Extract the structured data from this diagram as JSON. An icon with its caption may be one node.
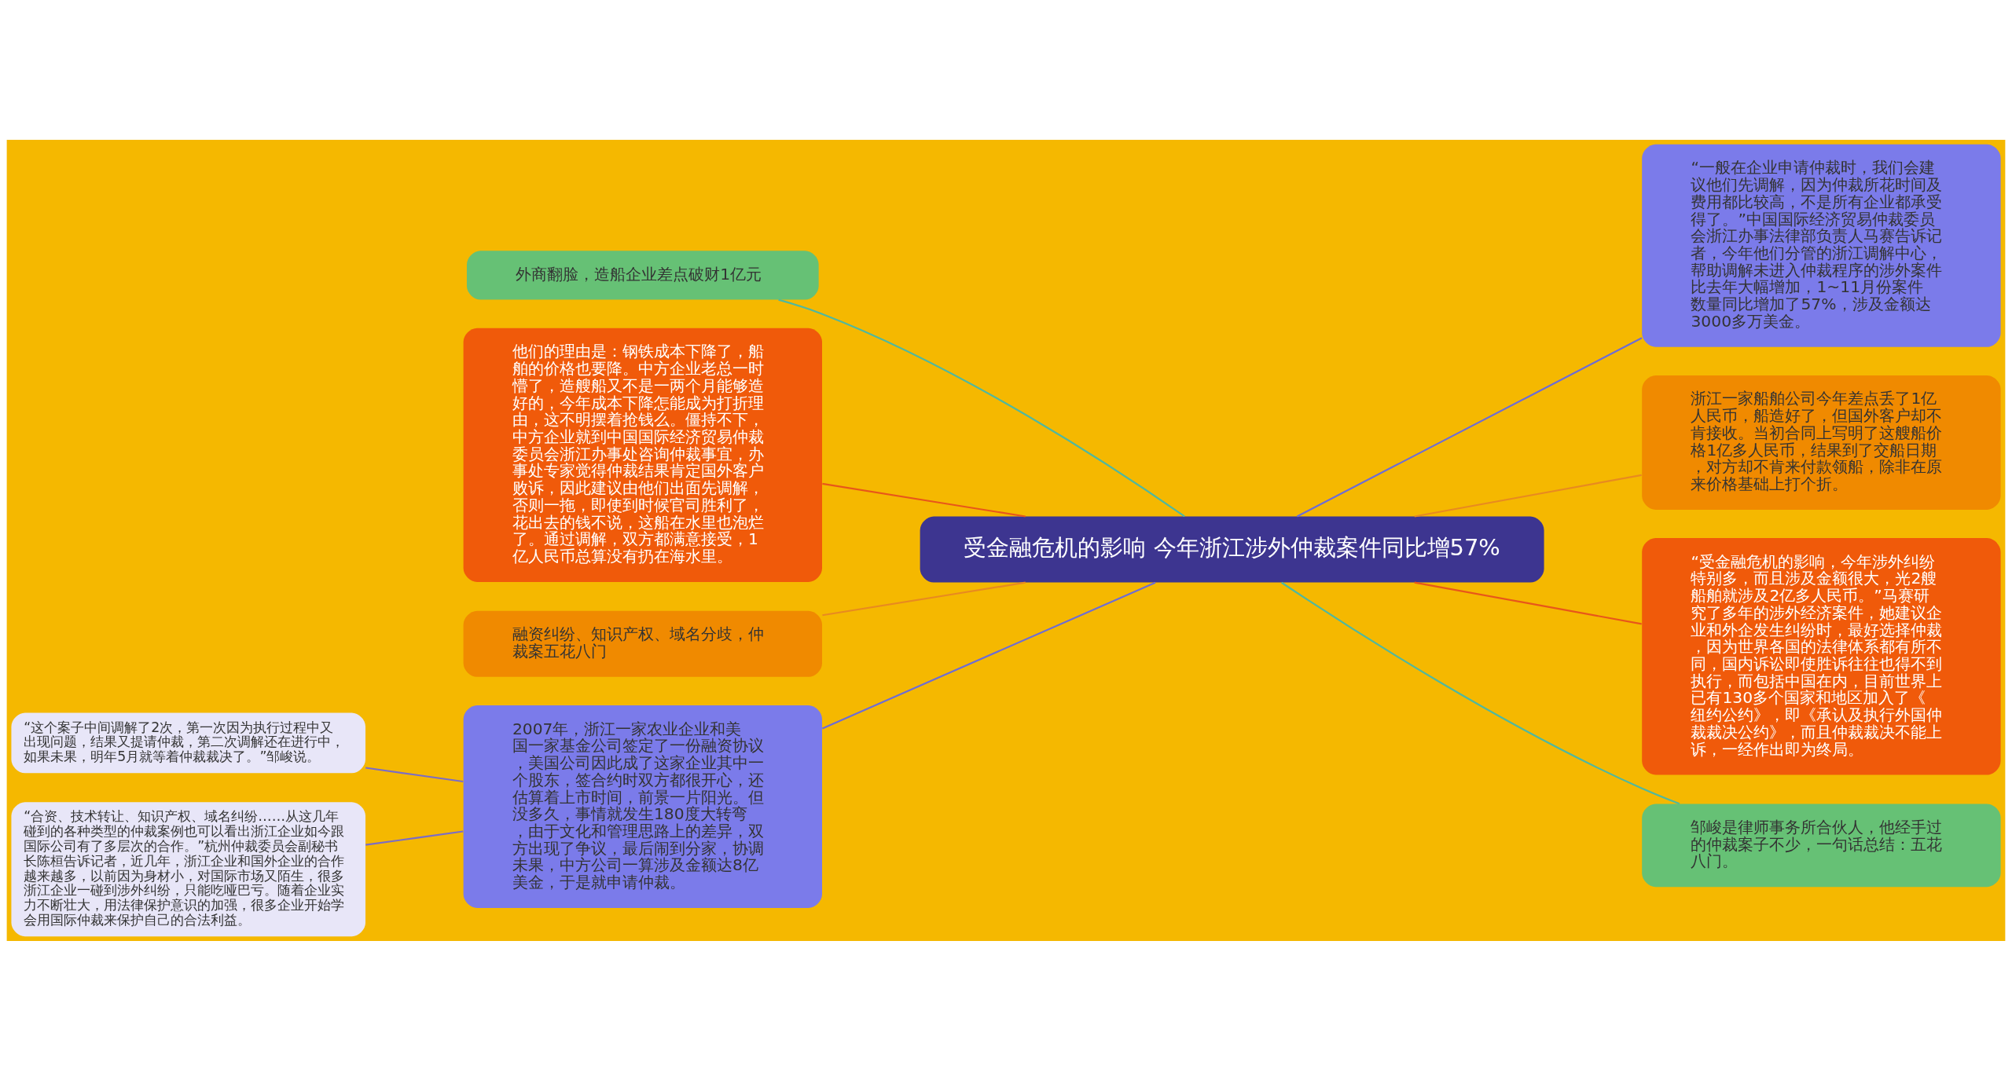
{
  "diagram": {
    "nodes": [
      {
        "text": [
          "受金融危机的影响 今年浙江涉外仲裁案件同比增57%"
        ]
      },
      {
        "text": [
          "外商翻脸，造船企业差点破财1亿元"
        ]
      },
      {
        "text": [
          "他们的理由是：钢铁成本下降了，船舶的价格也要降。中方企业老总一时懵了，造艘船又不是一两个月能够造好的，今年成本下降怎能成为打折理由，这不明摆着抢钱么。僵持不下，中方企业就到中国国际经济贸易仲裁委员会浙江办事处咨询仲裁事宜，办事处专家觉得仲裁结果肯定国外客户败诉，因此建议由他们出面先调解，否则一拖，即使到时候官司胜利了，花出去的钱不说，这船在水里也泡烂了。通过调解，双方都满意接受，1亿人民币总算没有扔在海水里。"
        ]
      },
      {
        "text": [
          "融资纠纷、知识产权、域名分歧，仲裁案五花八门"
        ]
      },
      {
        "text": [
          "2007年，浙江一家农业企业和美国一家基金公司签定了一份融资协议，美国公司因此成了这家企业其中一个股东，签合约时双方都很开心，还估算着上市时间，前景一片阳光。但没多久，事情就发生180度大转弯，由于文化和管理思路上的差异，双方出现了争议，最后闹到分家，协调未果，中方公司一算涉及金额达8亿美金，于是就申请仲裁。"
        ]
      },
      {
        "text": [
          "“这个案子中间调解了2次，第一次因为执行过程中又出现问题，结果又提请仲裁，第二次调解还在进行中，如果未果，明年5月就等着仲裁裁决了。”邹峻说。"
        ]
      },
      {
        "text": [
          "“合资、技术转让、知识产权、域名纠纷……从这几年碰到的各种类型的仲裁案例也可以看出浙江企业如今跟国际公司有了多层次的合作。”杭州仲裁委员会副秘书长陈桓告诉记者，近几年，浙江企业和国外企业的合作越来越多，以前因为身材小，对国际市场又陌生，很多浙江企业一碰到涉外纠纷，只能吃哑巴亏。随着企业实力不断壮大，用法律保护意识的加强，很多企业开始学会用国际仲裁来保护自己的合法利益。"
        ]
      },
      {
        "text": [
          "“一般在企业申请仲裁时，我们会建议他们先调解，因为仲裁所花时间及费用都比较高，不是所有企业都承受得了。”中国国际经济贸易仲裁委员会浙江办事法律部负责人马赛告诉记者，今年他们分管的浙江调解中心，帮助调解未进入仲裁程序的涉外案件比去年大幅增加，1~11月份案件数量同比增加了57%，涉及金额达3000多万美金。"
        ]
      },
      {
        "text": [
          "浙江一家船舶公司今年差点丢了1亿人民币，船造好了，但国外客户却不肯接收。当初合同上写明了这艘船价格1亿多人民币，结果到了交船日期，对方却不肯来付款领船，除非在原来价格基础上打个折。"
        ]
      },
      {
        "text": [
          "“受金融危机的影响，今年涉外纠纷特别多，而且涉及金额很大，光2艘船舶就涉及2亿多人民币。”马赛研究了多年的涉外经济案件，她建议企业和外企发生纠纷时，最好选择仲裁，因为世界各国的法律体系都有所不同，国内诉讼即使胜诉往往也得不到执行，而包括中国在内，目前世界上已有130多个国家和地区加入了《纽约公约》，即《承认及执行外国仲裁裁决公约》，而且仲裁裁决不能上诉，一经作出即为终局。"
        ]
      },
      {
        "text": [
          "邹峻是律师事务所合伙人，他经手过的仲裁案子不少，一句话总结：五花八门。"
        ]
      }
    ],
    "edges": [
      {
        "from": 0,
        "to": 1,
        "arrow": "none",
        "color": "#4fb8a0"
      },
      {
        "from": 0,
        "to": 2,
        "arrow": "none",
        "color": "#e8561a"
      },
      {
        "from": 0,
        "to": 3,
        "arrow": "none",
        "color": "#e88a20"
      },
      {
        "from": 0,
        "to": 4,
        "arrow": "none",
        "color": "#6c6cd8"
      },
      {
        "from": 4,
        "to": 5,
        "arrow": "none",
        "color": "#7a6cc8"
      },
      {
        "from": 4,
        "to": 6,
        "arrow": "none",
        "color": "#7a6cc8"
      },
      {
        "from": 0,
        "to": 7,
        "arrow": "none",
        "color": "#6c6cd8"
      },
      {
        "from": 0,
        "to": 8,
        "arrow": "none",
        "color": "#e88a20"
      },
      {
        "from": 0,
        "to": 9,
        "arrow": "none",
        "color": "#e8561a"
      },
      {
        "from": 0,
        "to": 10,
        "arrow": "none",
        "color": "#4fb8a0"
      }
    ]
  }
}
